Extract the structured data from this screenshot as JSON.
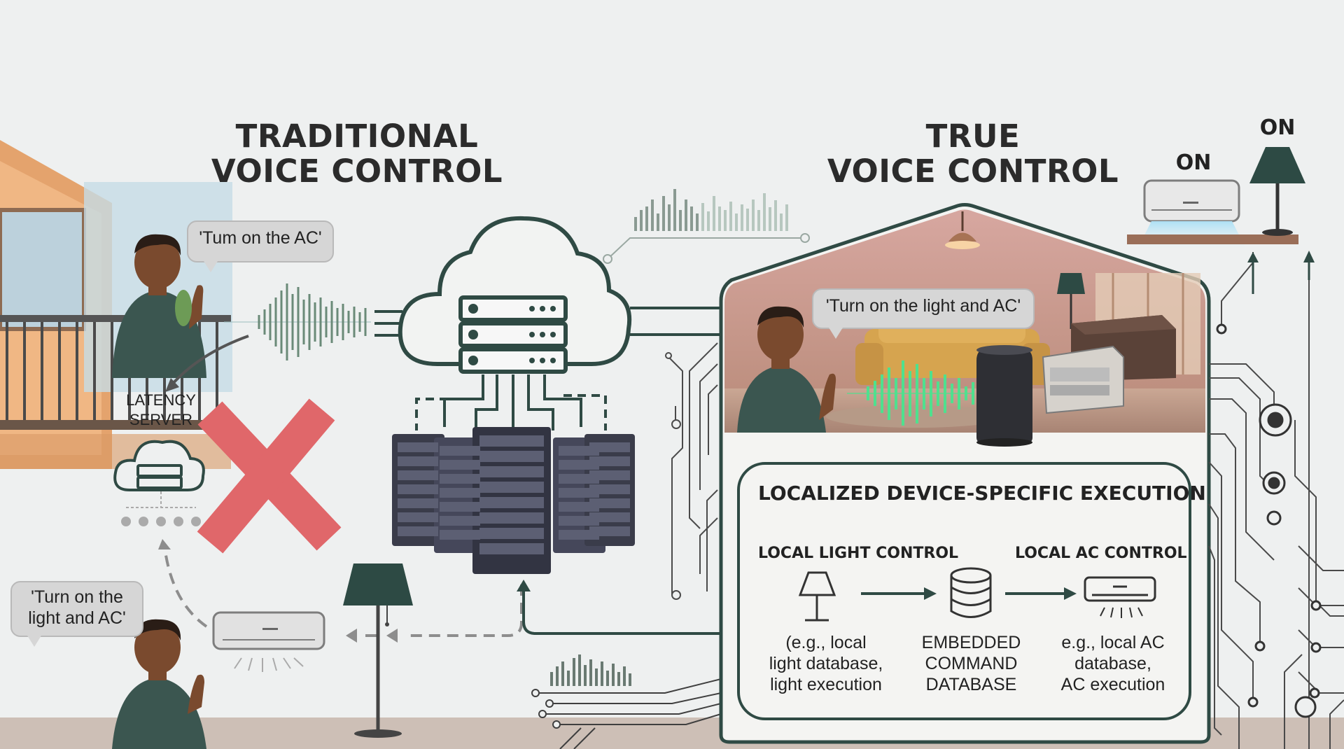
{
  "headings": {
    "traditional": [
      "TRADITIONAL",
      "VOICE CONTROL"
    ],
    "true": [
      "TRUE",
      "VOICE CONTROL"
    ]
  },
  "bubbles": {
    "top_left": "'Tum on the AC'",
    "bottom_left": [
      "'Turn on the",
      "light and AC'"
    ],
    "house": "'Turn on the light and AC'"
  },
  "latency_server": [
    "LATENCY",
    "SERVER"
  ],
  "on_labels": {
    "ac": "ON",
    "lamp": "ON"
  },
  "panel": {
    "title": "LOCALIZED DEVICE-SPECIFIC EXECUTION",
    "left_head": "LOCAL LIGHT CONTROL",
    "right_head": "LOCAL AC CONTROL",
    "left_body": [
      "(e.g., local",
      "light database,",
      "light execution"
    ],
    "middle_body": [
      "EMBEDDED",
      "COMMAND",
      "DATABASE"
    ],
    "right_body": [
      "e.g., local AC",
      "database,",
      "AC execution"
    ]
  },
  "colors": {
    "background": "#eef0f0",
    "server_dark": "#3a3c4a",
    "outline_green": "#2f4a44",
    "fail_cross": "#e0676a",
    "wave_green": "#4fe08e",
    "wall_orange": "#e4a36d",
    "skin": "#7a4a2e",
    "shirt": "#3b5650"
  }
}
